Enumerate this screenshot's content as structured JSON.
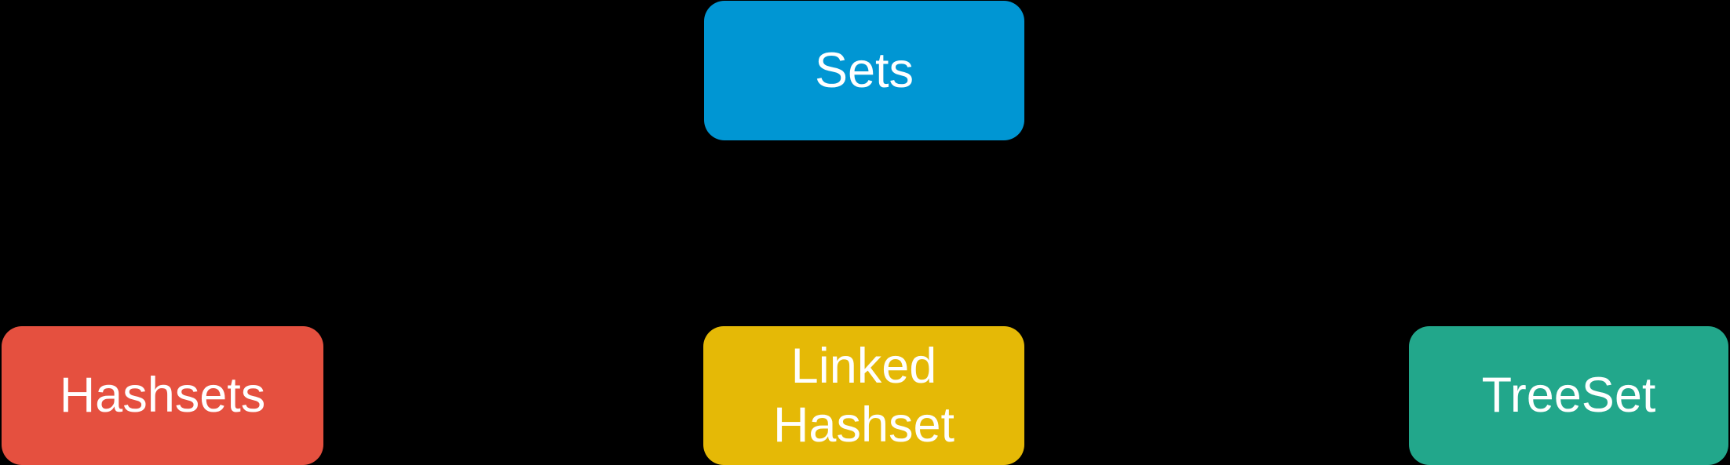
{
  "diagram": {
    "background_color": "#000000",
    "text_color": "#ffffff",
    "nodes": [
      {
        "id": "sets",
        "label": "Sets",
        "color": "#0096d3",
        "role": "root"
      },
      {
        "id": "hashsets",
        "label": "Hashsets",
        "color": "#e5503f",
        "role": "child"
      },
      {
        "id": "linked-hashset",
        "label": "Linked Hashset",
        "color": "#e5b906",
        "role": "child"
      },
      {
        "id": "treeset",
        "label": "TreeSet",
        "color": "#22a78b",
        "role": "child"
      }
    ]
  }
}
